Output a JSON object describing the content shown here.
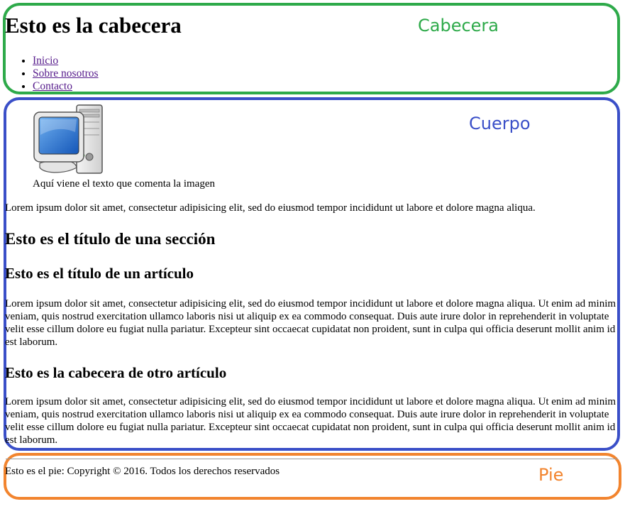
{
  "regions": {
    "header_label": "Cabecera",
    "body_label": "Cuerpo",
    "footer_label": "Pie"
  },
  "header": {
    "title": "Esto es la cabecera",
    "nav": [
      "Inicio",
      "Sobre nosotros",
      "Contacto"
    ]
  },
  "body": {
    "figure_caption": "Aquí viene el texto que comenta la imagen",
    "intro": "Lorem ipsum dolor sit amet, consectetur adipisicing elit, sed do eiusmod tempor incididunt ut labore et dolore magna aliqua.",
    "section_title": "Esto es el título de una sección",
    "article1": {
      "title": "Esto es el título de un artículo",
      "text": "Lorem ipsum dolor sit amet, consectetur adipisicing elit, sed do eiusmod tempor incididunt ut labore et dolore magna aliqua. Ut enim ad minim veniam, quis nostrud exercitation ullamco laboris nisi ut aliquip ex ea commodo consequat. Duis aute irure dolor in reprehenderit in voluptate velit esse cillum dolore eu fugiat nulla pariatur. Excepteur sint occaecat cupidatat non proident, sunt in culpa qui officia deserunt mollit anim id est laborum."
    },
    "article2": {
      "title": "Esto es la cabecera de otro artículo",
      "text": "Lorem ipsum dolor sit amet, consectetur adipisicing elit, sed do eiusmod tempor incididunt ut labore et dolore magna aliqua. Ut enim ad minim veniam, quis nostrud exercitation ullamco laboris nisi ut aliquip ex ea commodo consequat. Duis aute irure dolor in reprehenderit in voluptate velit esse cillum dolore eu fugiat nulla pariatur. Excepteur sint occaecat cupidatat non proident, sunt in culpa qui officia deserunt mollit anim id est laborum."
    }
  },
  "footer": {
    "text": "Esto es el pie: Copyright © 2016. Todos los derechos reservados"
  },
  "colors": {
    "header_outline": "#2eaa4a",
    "body_outline": "#3a4fc8",
    "footer_outline": "#f2842e",
    "visited_link": "#551a8b"
  },
  "icons": {
    "figure": "computer-icon"
  }
}
